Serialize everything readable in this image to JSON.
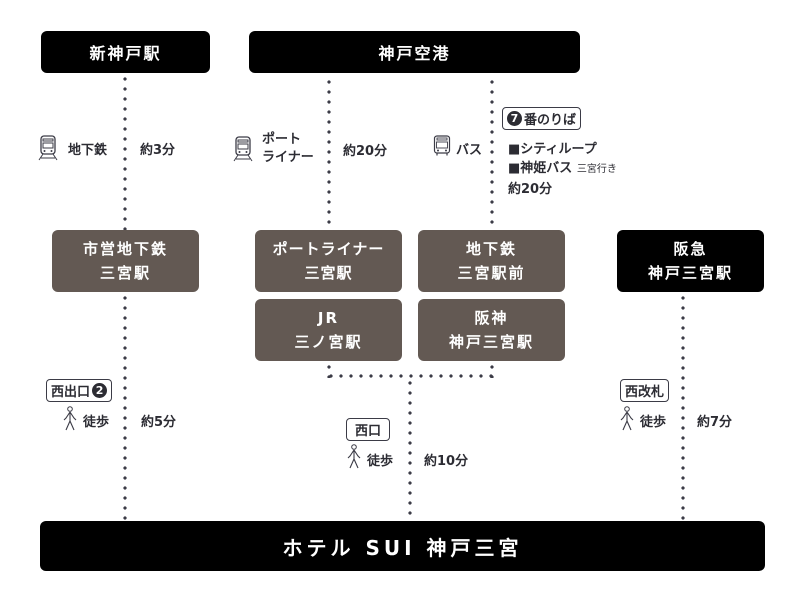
{
  "origins": {
    "shin_kobe": "新神戸駅",
    "kobe_airport": "神戸空港"
  },
  "routes": {
    "subway": {
      "mode": "地下鉄",
      "time": "約3分",
      "icon": "train-icon"
    },
    "portliner": {
      "mode_line1": "ポート",
      "mode_line2": "ライナー",
      "time": "約20分",
      "icon": "train-icon"
    },
    "bus": {
      "mode": "バス",
      "icon": "bus-icon",
      "stop_number": "7",
      "stop_label": "番のりば",
      "lines": [
        "■シティループ",
        "■神姫バス"
      ],
      "line2_note": "三宮行き",
      "time": "約20分"
    }
  },
  "stations": {
    "city_subway": {
      "line1": "市営地下鉄",
      "line2": "三宮駅"
    },
    "portliner": {
      "line1": "ポートライナー",
      "line2": "三宮駅"
    },
    "subway_mae": {
      "line1": "地下鉄",
      "line2": "三宮駅前"
    },
    "jr": {
      "line1": "JR",
      "line2": "三ノ宮駅"
    },
    "hanshin": {
      "line1": "阪神",
      "line2": "神戸三宮駅"
    },
    "hankyu": {
      "line1": "阪急",
      "line2": "神戸三宮駅"
    }
  },
  "walks": {
    "left": {
      "exit": "西出口",
      "exit_number": "2",
      "mode": "徒歩",
      "time": "約5分",
      "icon": "walking-person-icon"
    },
    "center": {
      "exit": "西口",
      "mode": "徒歩",
      "time": "約10分",
      "icon": "walking-person-icon"
    },
    "right": {
      "exit": "西改札",
      "mode": "徒歩",
      "time": "約7分",
      "icon": "walking-person-icon"
    }
  },
  "destination": "ホテル SUI 神戸三宮",
  "colors": {
    "black": "#000000",
    "brown": "#635953",
    "dots": "#3b3b46"
  }
}
